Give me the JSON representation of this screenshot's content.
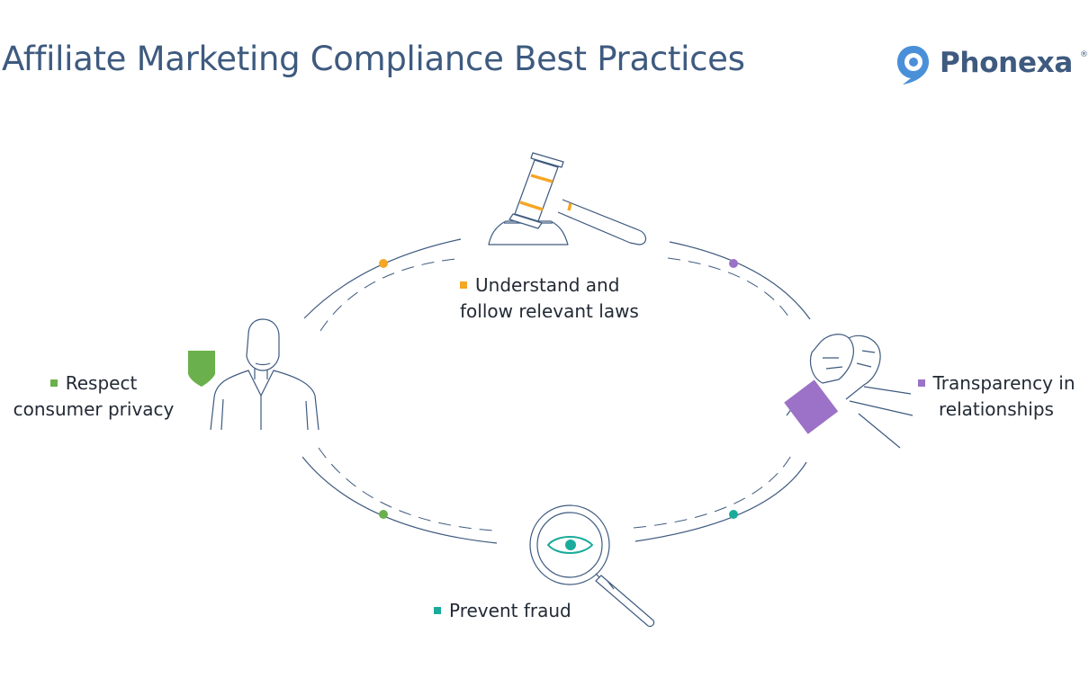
{
  "header": {
    "title": "Affiliate Marketing Compliance Best Practices",
    "brand": "Phonexa",
    "brand_mark": "®"
  },
  "colors": {
    "title": "#3e5a7f",
    "line": "#3e5a7f",
    "orange": "#f5a623",
    "purple": "#9b72c7",
    "green": "#6ab04c",
    "teal": "#1aab9b",
    "brand_blue": "#4a90d9"
  },
  "items": [
    {
      "id": "laws",
      "line1": "Understand and",
      "line2": "follow relevant laws",
      "color": "#f5a623",
      "icon": "gavel-icon"
    },
    {
      "id": "privacy",
      "line1": "Respect",
      "line2": "consumer privacy",
      "color": "#6ab04c",
      "icon": "person-shield-icon"
    },
    {
      "id": "transparency",
      "line1": "Transparency in",
      "line2": "relationships",
      "color": "#9b72c7",
      "icon": "handshake-icon"
    },
    {
      "id": "fraud",
      "line1": "Prevent fraud",
      "line2": "",
      "color": "#1aab9b",
      "icon": "magnifier-eye-icon"
    }
  ]
}
